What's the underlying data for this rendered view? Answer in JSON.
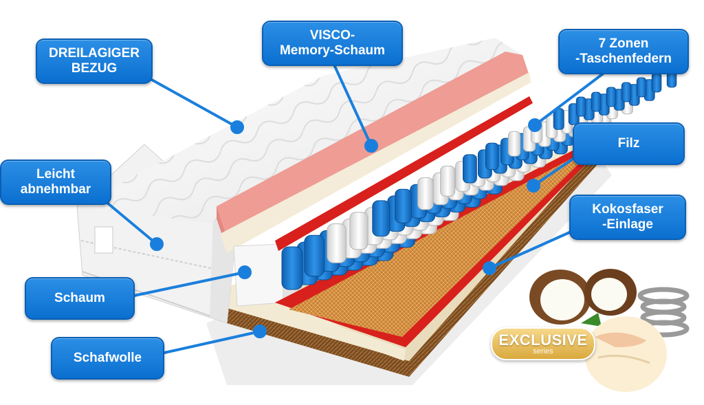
{
  "labels": {
    "dreilagiger_bezug": "DREILAGIGER\nBEZUG",
    "visco": "VISCO-\nMemory-Schaum",
    "zonen": "7 Zonen\n-Taschenfedern",
    "leicht": "Leicht\nabnehmbar",
    "filz": "Filz",
    "kokos": "Kokosfaser\n-Einlage",
    "schaum": "Schaum",
    "schafwolle": "Schafwolle"
  },
  "badge": {
    "title": "EXCLUSIVE",
    "subtitle": "series"
  },
  "colors": {
    "label_blue": "#1a7fdc",
    "spring_blue": "#1f7fd6",
    "visco_pink": "#ee9c94",
    "felt_red": "#d8201c",
    "coco_brown": "#8a5a2a",
    "cover_white": "#f6f6f6"
  }
}
